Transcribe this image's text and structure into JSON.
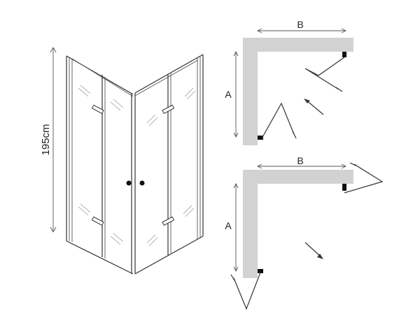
{
  "height_label": "195cm",
  "plan_top": {
    "width_label": "B",
    "depth_label": "A"
  },
  "plan_bottom": {
    "width_label": "B",
    "depth_label": "A"
  }
}
